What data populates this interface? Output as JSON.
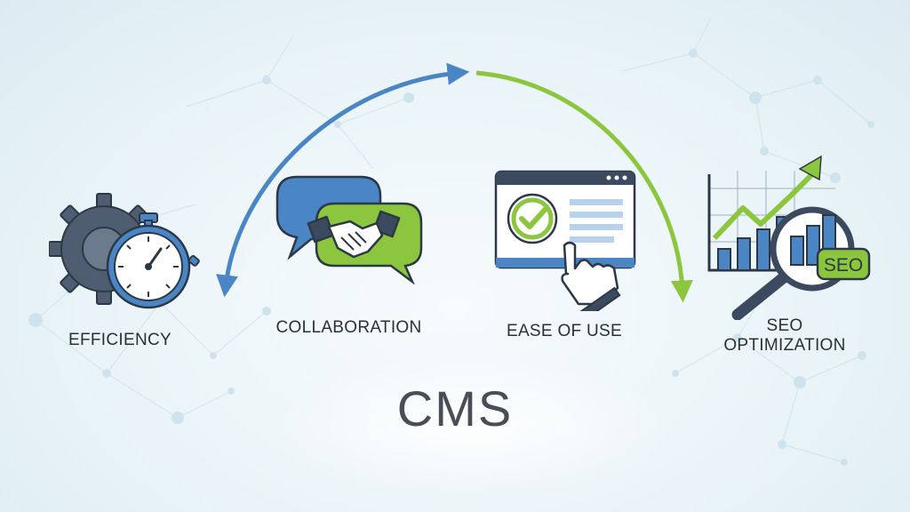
{
  "title": "CMS",
  "features": [
    {
      "id": "efficiency",
      "label": "EFFICIENCY",
      "icon": "gear-stopwatch-icon"
    },
    {
      "id": "collaboration",
      "label": "COLLABORATION",
      "icon": "handshake-chat-icon"
    },
    {
      "id": "ease",
      "label": "EASE OF USE",
      "icon": "browser-checkmark-cursor-icon"
    },
    {
      "id": "seo",
      "label_line1": "SEO",
      "label_line2": "OPTIMIZATION",
      "icon": "chart-magnifier-icon",
      "badge": "SEO"
    }
  ],
  "colors": {
    "blue": "#4a86c5",
    "green": "#8cc63f",
    "dark": "#3b4a5e",
    "gear": "#4e5d70"
  }
}
